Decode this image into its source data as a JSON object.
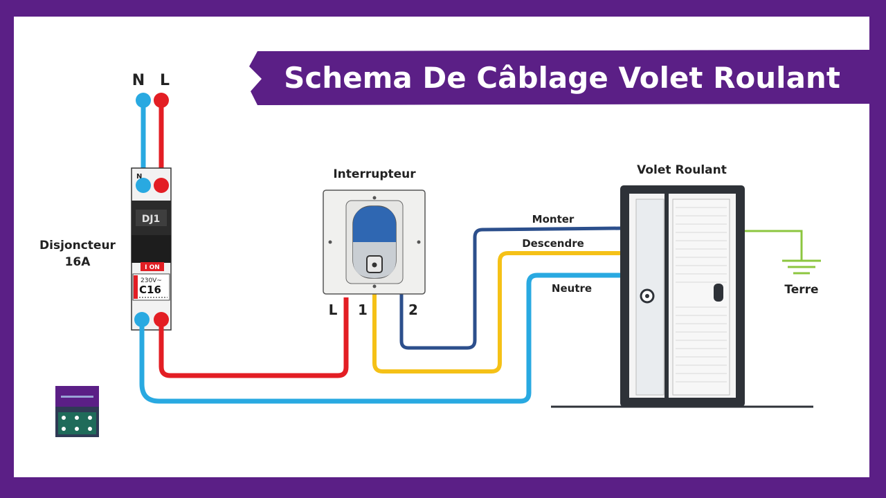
{
  "title": "Schema De Câblage Volet Roulant",
  "supply": {
    "n_label": "N",
    "l_label": "L"
  },
  "breaker": {
    "label_line1": "Disjoncteur",
    "label_line2": "16A",
    "n_mark": "N",
    "name": "DJ1",
    "state": "I ON",
    "voltage": "230V~",
    "rating": "C16"
  },
  "switch": {
    "title": "Interrupteur",
    "terminals": [
      "L",
      "1",
      "2"
    ]
  },
  "shutter": {
    "title": "Volet Roulant"
  },
  "wires": {
    "up": "Monter",
    "down": "Descendre",
    "neutral": "Neutre",
    "earth": "Terre"
  },
  "colors": {
    "frame": "#5b1f86",
    "neutral": "#29a9e1",
    "live": "#e31e24",
    "up": "#2c4f8c",
    "down": "#f5c117",
    "earth": "#8cc63f"
  }
}
